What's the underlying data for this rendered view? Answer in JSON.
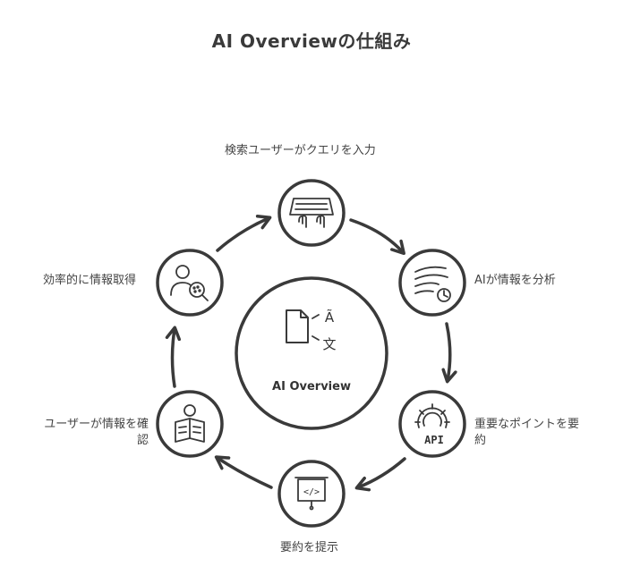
{
  "title": "AI Overviewの仕組み",
  "center": {
    "label": "AI Overview",
    "glyph_a": "Ã",
    "glyph_b": "文"
  },
  "steps": [
    {
      "label": "検索ユーザーがクエリを入力",
      "icon": "typing-hands-icon"
    },
    {
      "label": "AIが情報を分析",
      "icon": "analysis-chart-icon"
    },
    {
      "label": "重要なポイントを要約",
      "icon": "api-gear-icon"
    },
    {
      "label": "要約を提示",
      "icon": "presentation-code-icon"
    },
    {
      "label": "ユーザーが情報を確認",
      "icon": "reading-person-icon"
    },
    {
      "label": "効率的に情報取得",
      "icon": "user-search-icon"
    }
  ],
  "api_text": "API",
  "code_text": "</>"
}
